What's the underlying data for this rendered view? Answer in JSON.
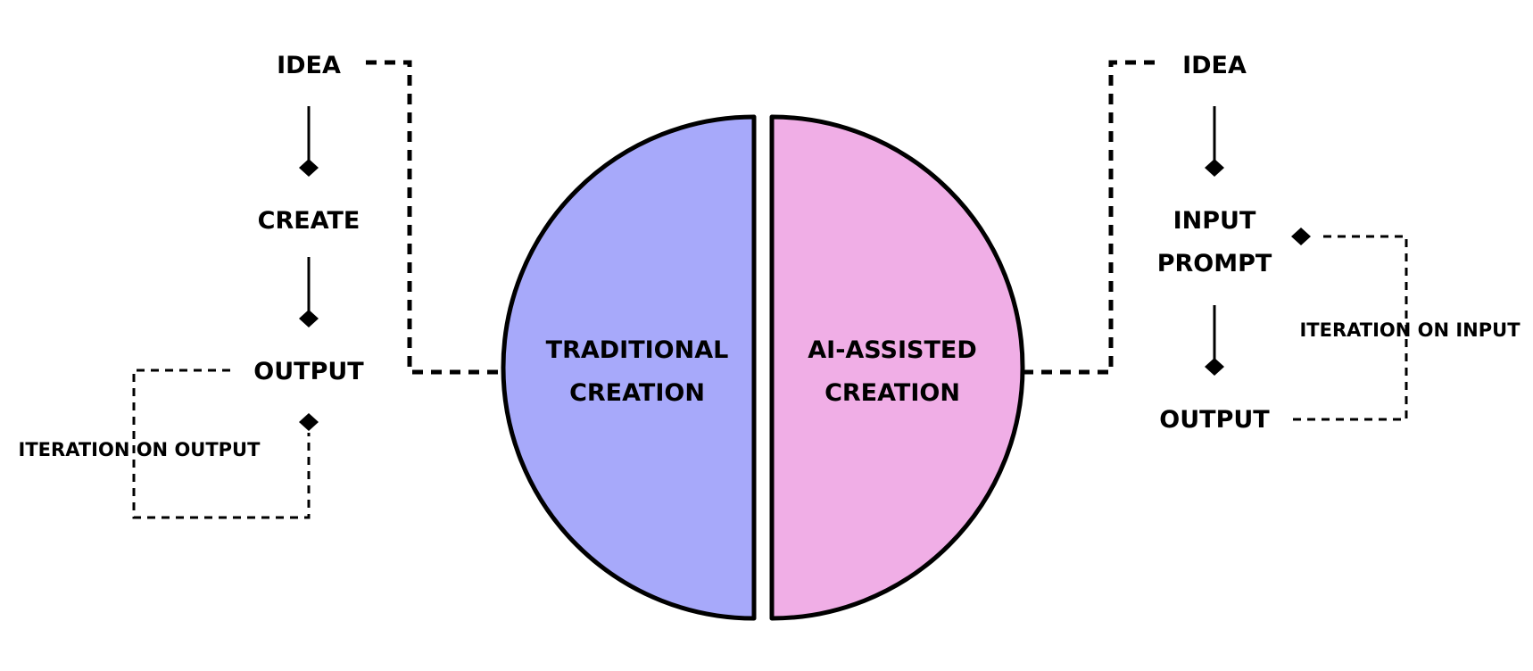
{
  "colors": {
    "traditional_fill": "#a7a9fa",
    "ai_fill": "#f0aee6",
    "line": "#000000",
    "background": "#ffffff"
  },
  "left": {
    "idea": "IDEA",
    "create": "CREATE",
    "output": "OUTPUT",
    "iteration": "ITERATION ON OUTPUT"
  },
  "center": {
    "traditional_line1": "TRADITIONAL",
    "traditional_line2": "CREATION",
    "ai_line1": "AI-ASSISTED",
    "ai_line2": "CREATION"
  },
  "right": {
    "idea": "IDEA",
    "input_line1": "INPUT",
    "input_line2": "PROMPT",
    "output": "OUTPUT",
    "iteration": "ITERATION ON INPUT"
  }
}
